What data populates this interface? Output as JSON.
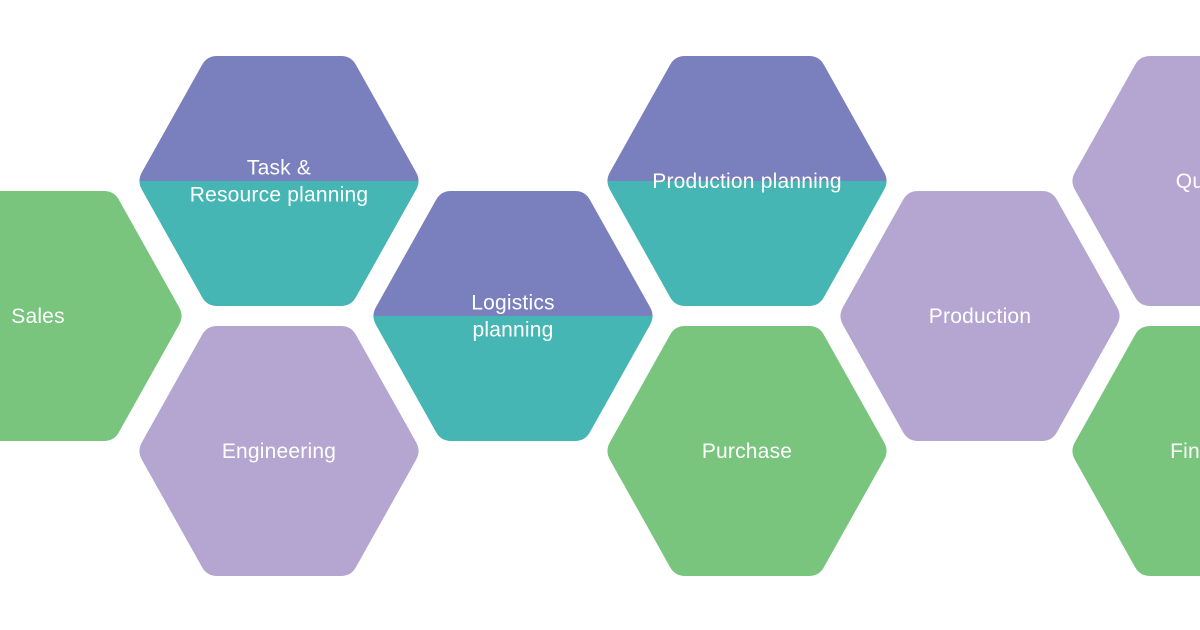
{
  "colors": {
    "purple_dark": "#7A7FBD",
    "teal": "#45B6B3",
    "green": "#79C57E",
    "lavender": "#B4A5D1",
    "text": "#FFFFFF",
    "background": "#FFFFFF"
  },
  "nodes": [
    {
      "id": "sales",
      "lines": [
        "Sales"
      ],
      "style": "green"
    },
    {
      "id": "task-resource-planning",
      "lines": [
        "Task &",
        "Resource planning"
      ],
      "style": "split"
    },
    {
      "id": "engineering",
      "lines": [
        "Engineering"
      ],
      "style": "lavender"
    },
    {
      "id": "logistics-planning",
      "lines": [
        "Logistics",
        "planning"
      ],
      "style": "split"
    },
    {
      "id": "production-planning",
      "lines": [
        "Production planning"
      ],
      "style": "split"
    },
    {
      "id": "purchase",
      "lines": [
        "Purchase"
      ],
      "style": "green"
    },
    {
      "id": "production",
      "lines": [
        "Production"
      ],
      "style": "lavender"
    },
    {
      "id": "quality",
      "lines": [
        "Qu"
      ],
      "style": "lavender"
    },
    {
      "id": "finance",
      "lines": [
        "Fin"
      ],
      "style": "green"
    }
  ]
}
